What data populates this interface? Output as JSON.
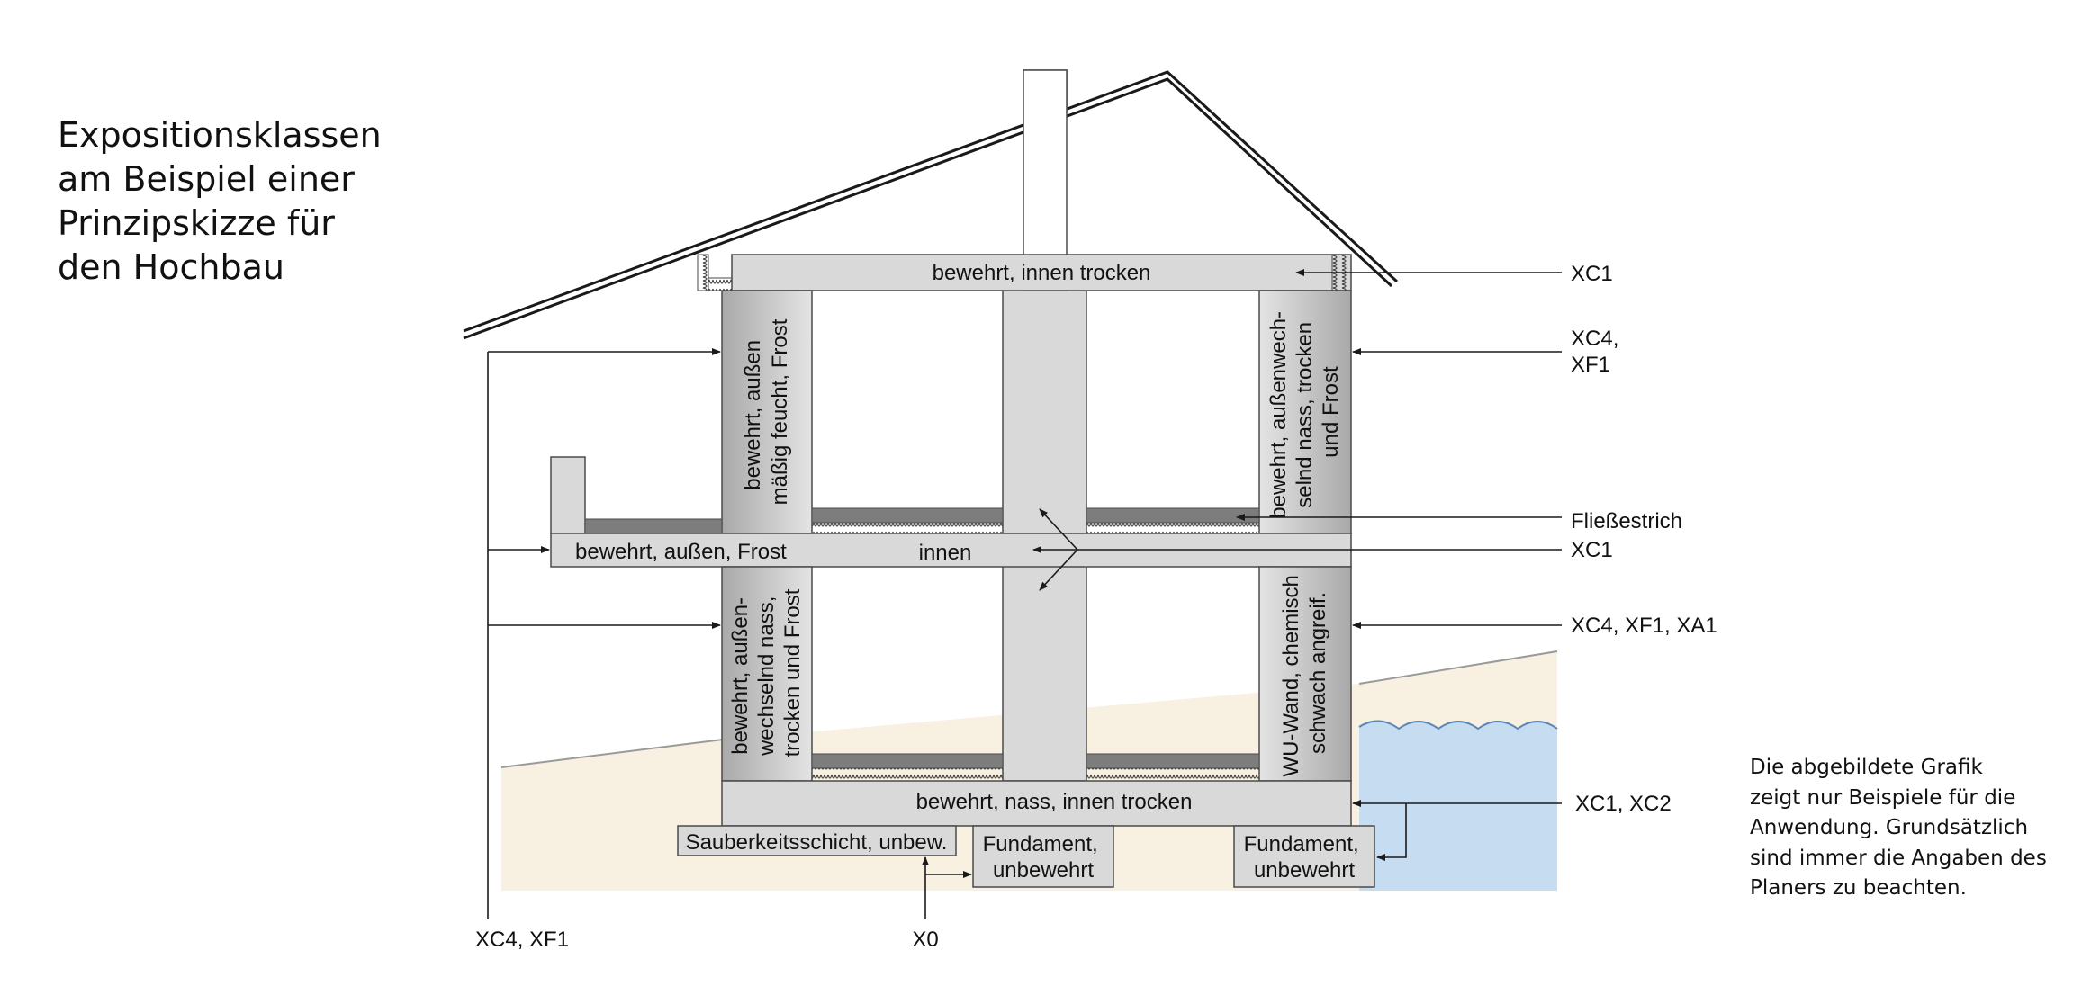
{
  "title": {
    "lines": [
      "Expositionsklassen",
      "am Beispiel einer",
      "Prinzipskizze für",
      "den Hochbau"
    ]
  },
  "note": {
    "lines": [
      "Die abgebildete Grafik",
      "zeigt nur Beispiele für die",
      "Anwendung. Grundsätzlich",
      "sind immer die Angaben des",
      "Planers zu beachten."
    ]
  },
  "components": {
    "roof_slab": "bewehrt, innen trocken",
    "upper_left_wall": [
      "bewehrt, außen",
      "mäßig feucht, Frost"
    ],
    "upper_right_wall": [
      "bewehrt, außenwech-",
      "selnd nass, trocken",
      "und Frost"
    ],
    "balcony_slab": "bewehrt, außen, Frost",
    "interior_slab": "innen",
    "lower_left_wall": [
      "bewehrt, außen-",
      "wechselnd nass,",
      "trocken und Frost"
    ],
    "lower_right_wall": [
      "WU-Wand, chemisch",
      "schwach angreif."
    ],
    "base_slab": "bewehrt, nass, innen trocken",
    "blinding_layer": "Sauberkeitsschicht, unbew.",
    "foundation_left": [
      "Fundament,",
      "unbewehrt"
    ],
    "foundation_right": [
      "Fundament,",
      "unbewehrt"
    ]
  },
  "annotations": {
    "roof": "XC1",
    "upper_wall_right": [
      "XC4,",
      "XF1"
    ],
    "screed": "Fließestrich",
    "interior": "XC1",
    "lower_wall_right": "XC4, XF1, XA1",
    "base": "XC1, XC2",
    "left_exterior": "XC4, XF1",
    "bottom": "X0"
  },
  "colors": {
    "concrete": "#d9d9d9",
    "concrete_dark": "#bdbdbd",
    "screed": "#7d7d7d",
    "soil": "#f8f0e0",
    "groundwater": "#c5dcf1",
    "line": "#1a1a1a"
  }
}
